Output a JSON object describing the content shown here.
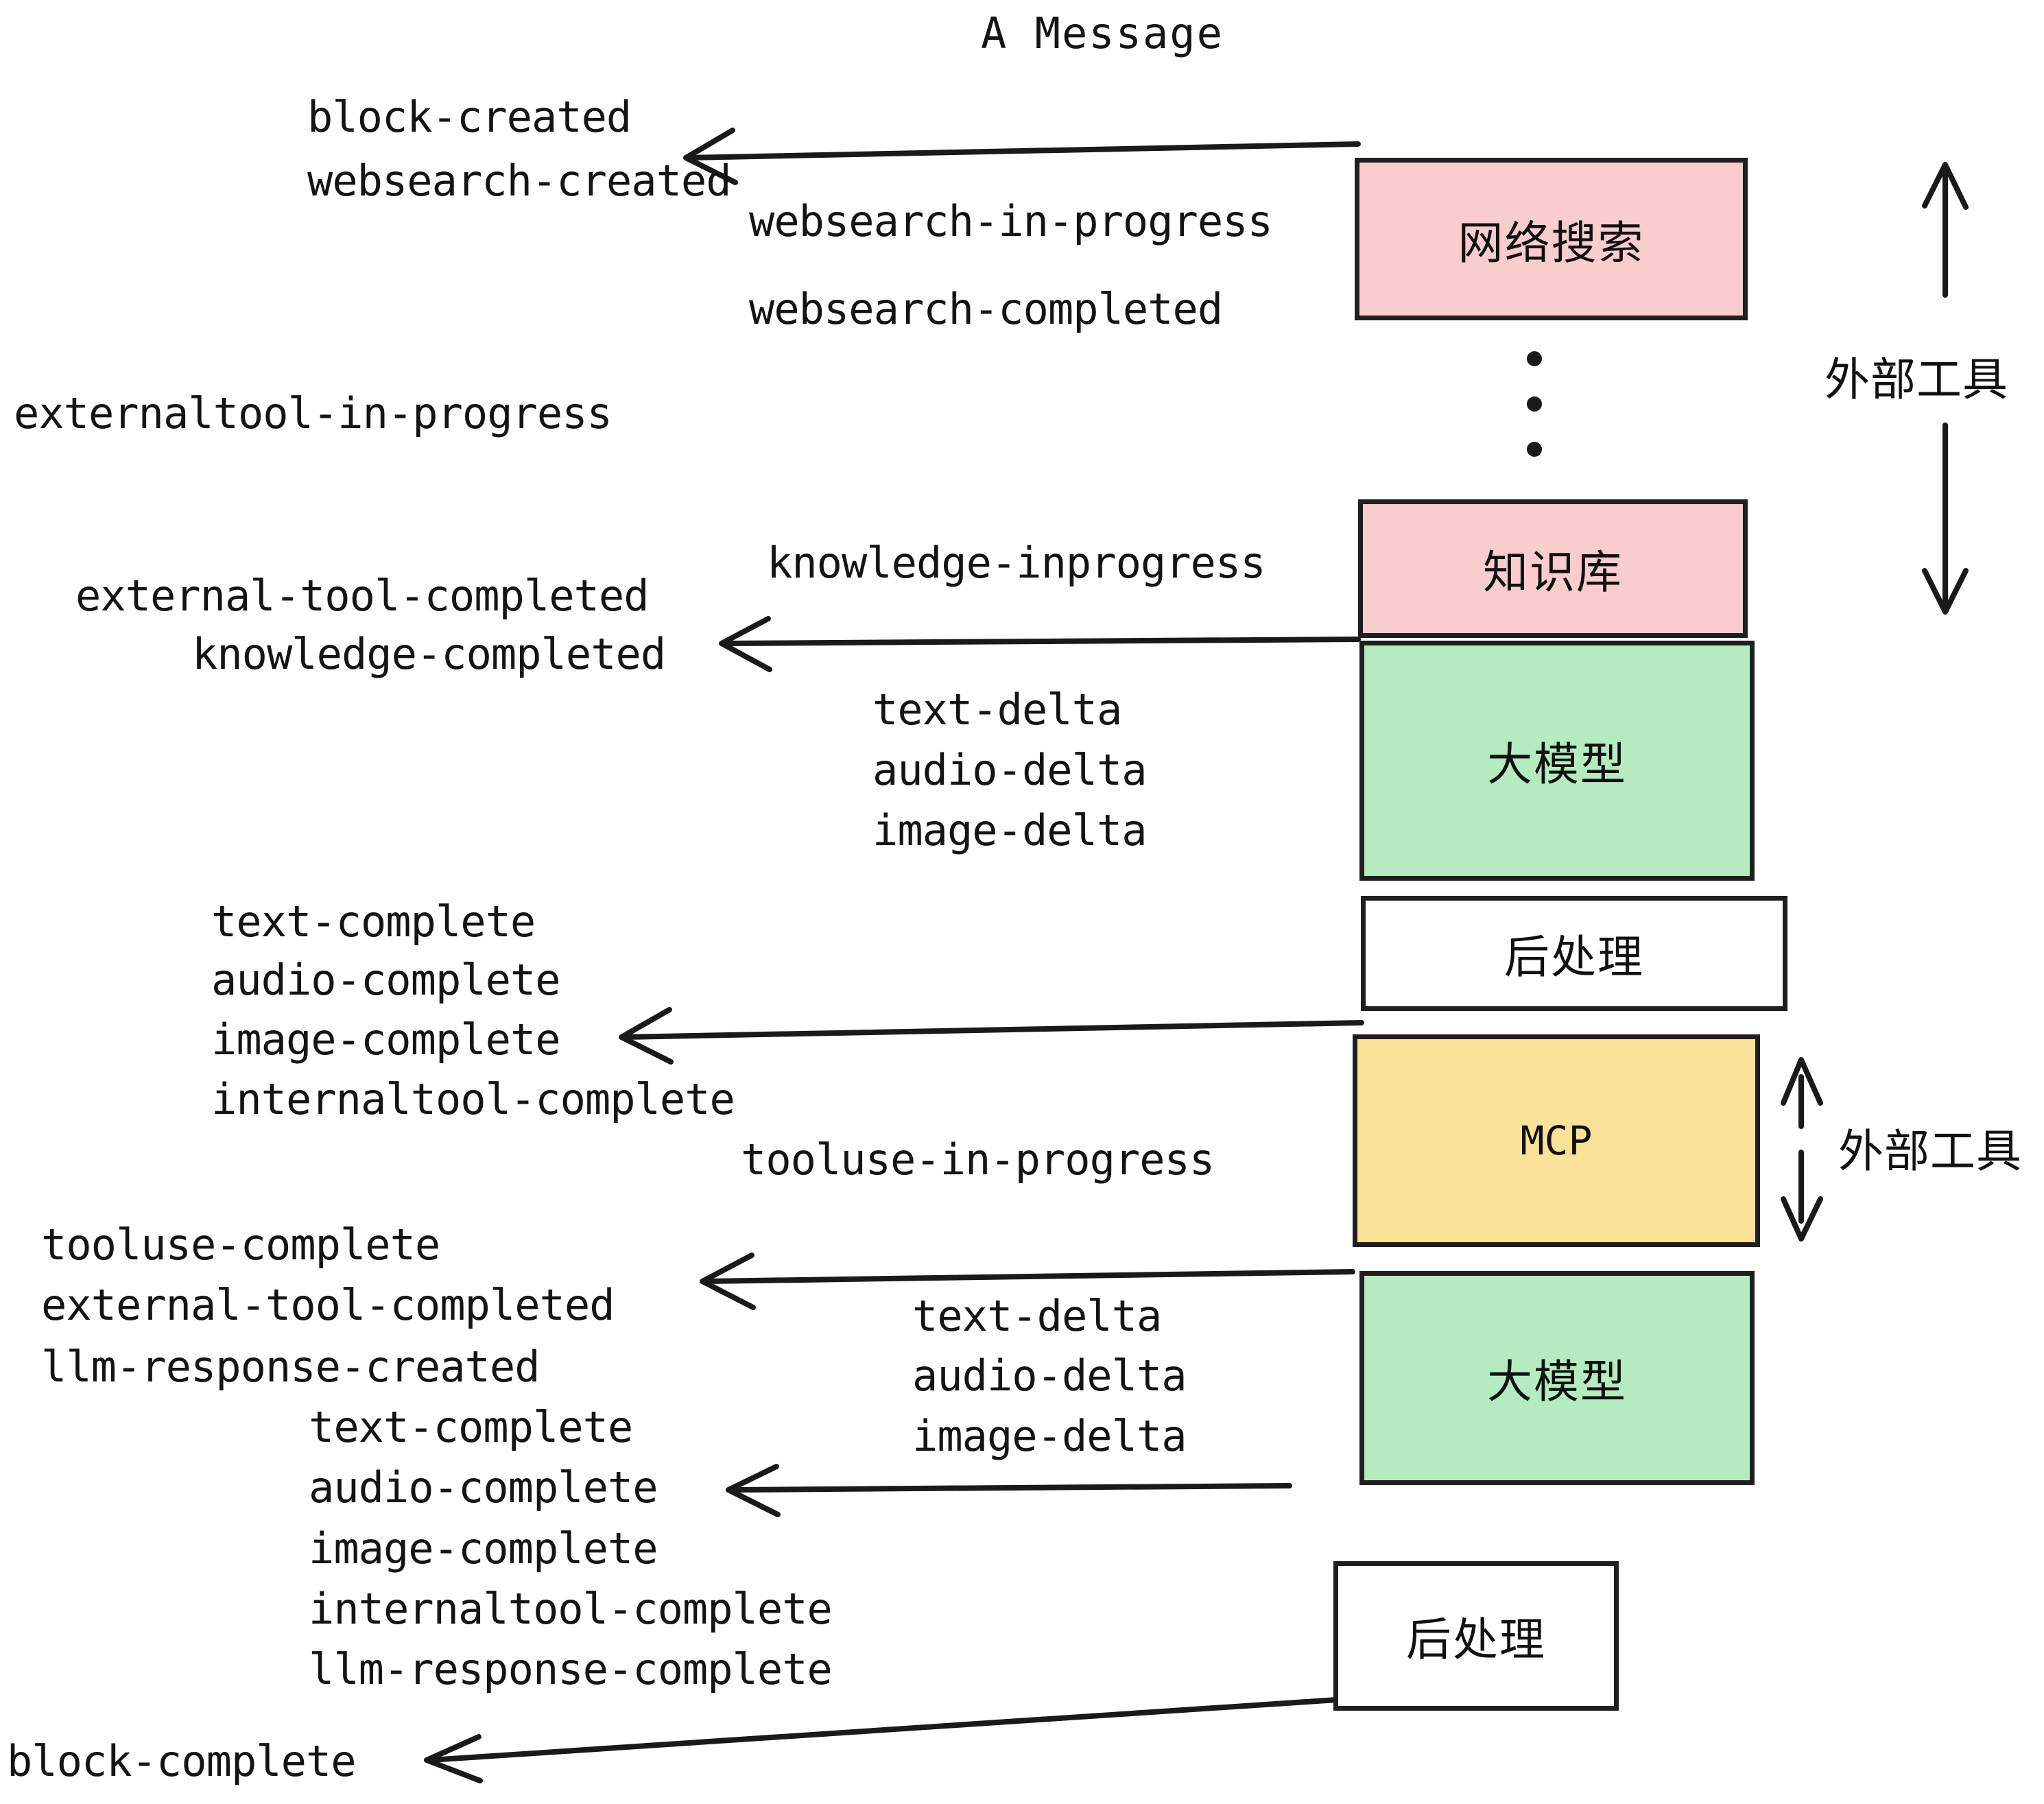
{
  "title": "A Message",
  "colors": {
    "pink": "#f9ccce",
    "green": "#b4ecc0",
    "yellow": "#fae29a",
    "white": "#ffffff",
    "stroke": "#1f1f1f",
    "text": "#141414"
  },
  "boxes": {
    "websearch": "网络搜索",
    "knowledge": "知识库",
    "llm_1": "大模型",
    "postprocess_1": "后处理",
    "mcp": "MCP",
    "llm_2": "大模型",
    "postprocess_2": "后处理"
  },
  "side_labels": {
    "external_tool_top": "外部工具",
    "external_tool_bottom": "外部工具"
  },
  "events": {
    "block_created": "block-created",
    "websearch_created": "websearch-created",
    "websearch_in_progress": "websearch-in-progress",
    "websearch_completed": "websearch-completed",
    "externaltool_in_progress": "externaltool-in-progress",
    "knowledge_inprogress": "knowledge-inprogress",
    "external_tool_completed_1": "external-tool-completed",
    "knowledge_completed": "knowledge-completed",
    "text_delta_1": "text-delta",
    "audio_delta_1": "audio-delta",
    "image_delta_1": "image-delta",
    "text_complete_1": "text-complete",
    "audio_complete_1": "audio-complete",
    "image_complete_1": "image-complete",
    "internaltool_complete_1": "internaltool-complete",
    "tooluse_in_progress": "tooluse-in-progress",
    "tooluse_complete": "tooluse-complete",
    "external_tool_completed_2": "external-tool-completed",
    "llm_response_created": "llm-response-created",
    "text_delta_2": "text-delta",
    "audio_delta_2": "audio-delta",
    "image_delta_2": "image-delta",
    "text_complete_2": "text-complete",
    "audio_complete_2": "audio-complete",
    "image_complete_2": "image-complete",
    "internaltool_complete_2": "internaltool-complete",
    "llm_response_complete": "llm-response-complete",
    "block_complete": "block-complete"
  }
}
